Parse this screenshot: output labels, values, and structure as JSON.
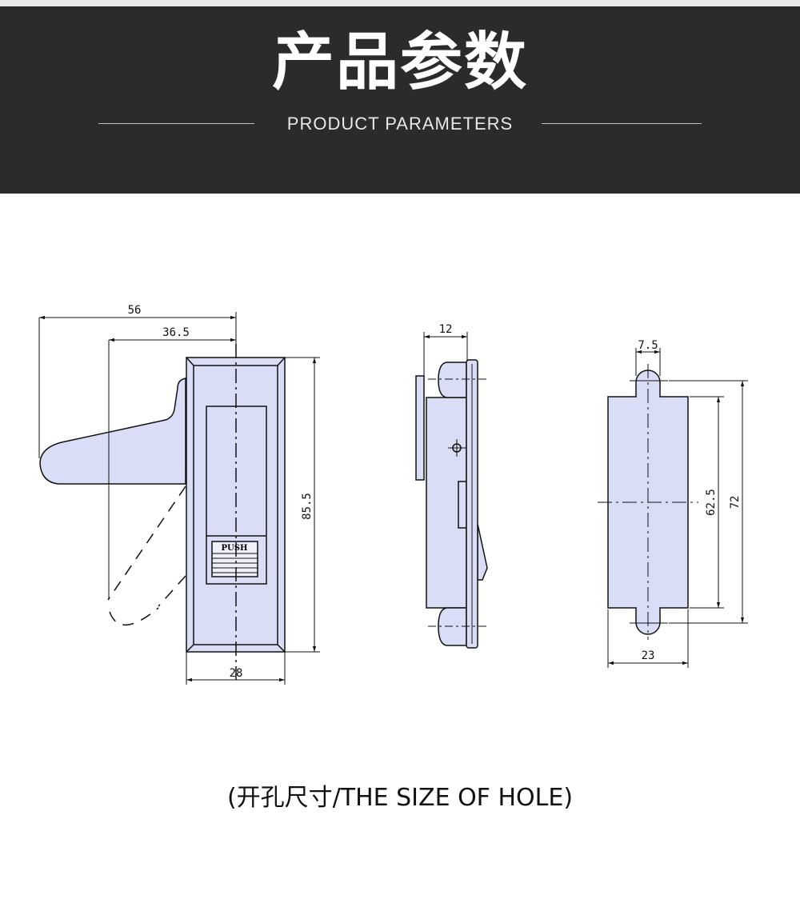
{
  "header": {
    "title": "产品参数",
    "subtitle": "PRODUCT PARAMETERS"
  },
  "diagram": {
    "fill_color": "#d9ddf6",
    "front_view": {
      "width_overall": "56",
      "width_handle": "36.5",
      "height": "85.5",
      "width": "28",
      "button_label": "PUSH"
    },
    "side_view": {
      "depth": "12"
    },
    "hole_view": {
      "tab_width": "7.5",
      "inner_height": "62.5",
      "overall_height": "72",
      "width": "23"
    }
  },
  "caption": "(开孔尺寸/THE SIZE OF HOLE)"
}
